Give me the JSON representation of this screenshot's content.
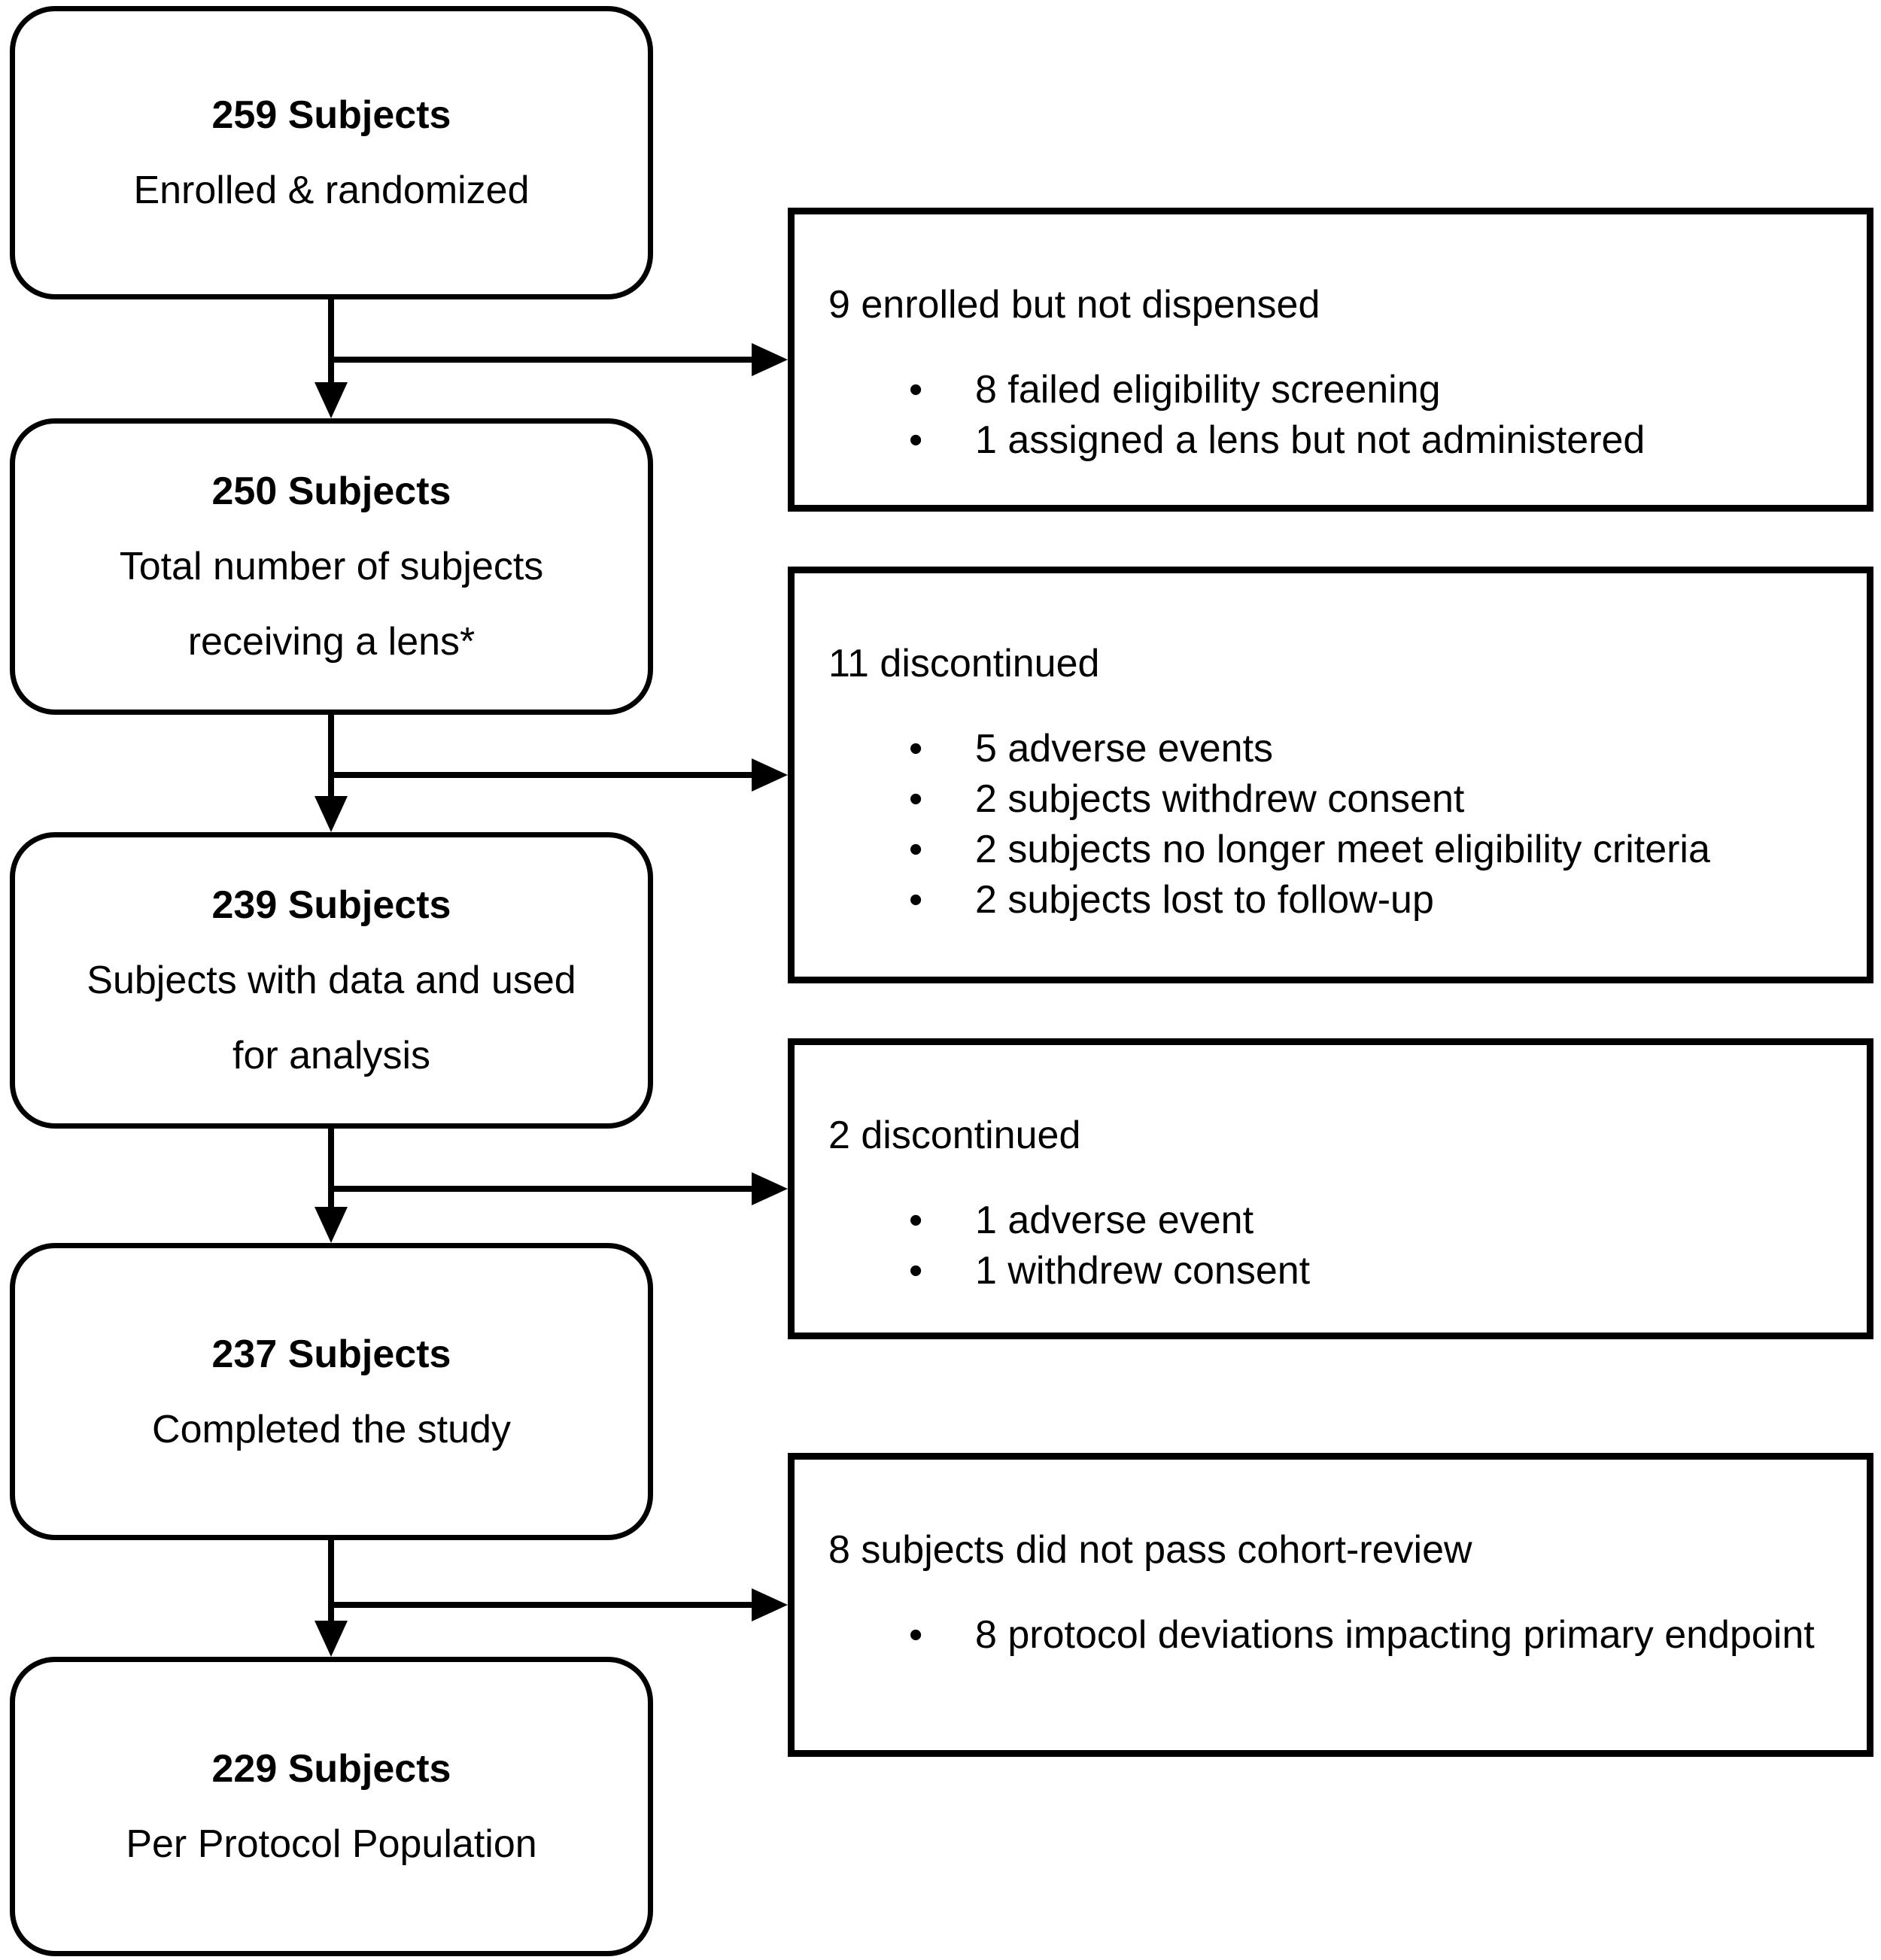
{
  "colors": {
    "background": "#ffffff",
    "line": "#000000",
    "text": "#000000"
  },
  "glyphs": {
    "bullet": "•"
  },
  "left_boxes": [
    {
      "title": "259 Subjects",
      "subtitle_lines": [
        "Enrolled & randomized"
      ]
    },
    {
      "title": "250 Subjects",
      "subtitle_lines": [
        "Total number of subjects",
        "receiving a lens*"
      ]
    },
    {
      "title": "239 Subjects",
      "subtitle_lines": [
        "Subjects with data and used",
        "for analysis"
      ]
    },
    {
      "title": "237 Subjects",
      "subtitle_lines": [
        "Completed the study"
      ]
    },
    {
      "title": "229 Subjects",
      "subtitle_lines": [
        "Per Protocol Population"
      ]
    }
  ],
  "right_boxes": [
    {
      "heading": "9 enrolled but not dispensed",
      "bullets": [
        "8 failed eligibility screening",
        "1 assigned a lens but not administered"
      ]
    },
    {
      "heading": "11 discontinued",
      "bullets": [
        "5 adverse events",
        "2 subjects withdrew consent",
        "2 subjects no longer meet eligibility criteria",
        "2 subjects lost to follow-up"
      ]
    },
    {
      "heading": "2 discontinued",
      "bullets": [
        "1 adverse event",
        "1 withdrew consent"
      ]
    },
    {
      "heading": "8 subjects did not pass cohort-review",
      "bullets": [
        "8 protocol deviations impacting primary endpoint"
      ]
    }
  ]
}
